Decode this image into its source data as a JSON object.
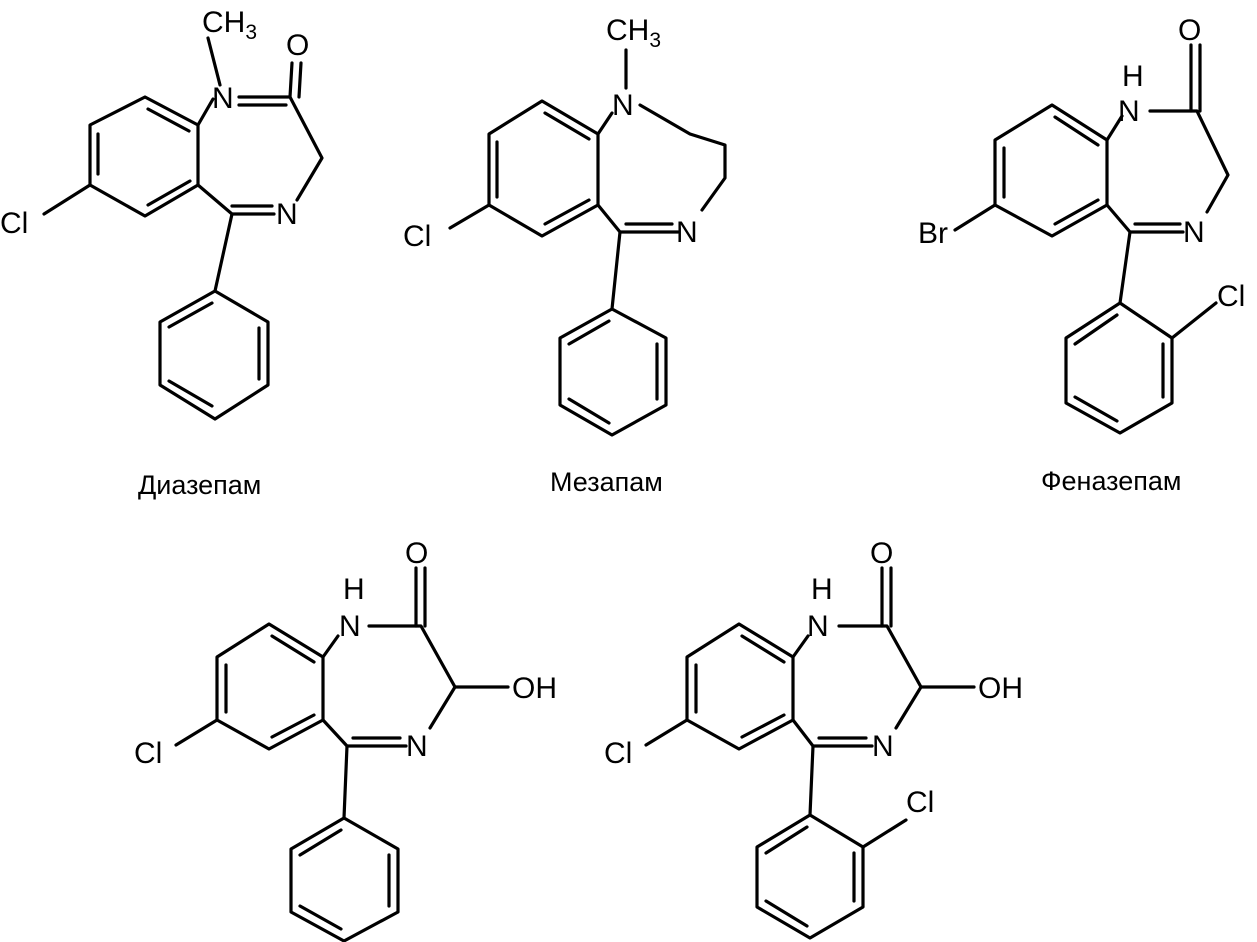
{
  "compounds": [
    {
      "name": "Диазепам",
      "labels": {
        "methyl": "CH",
        "methyl_sub": "3",
        "oxygen": "O",
        "n1": "N",
        "n4": "N",
        "halogen": "Cl"
      }
    },
    {
      "name": "Мезапам",
      "labels": {
        "methyl": "CH",
        "methyl_sub": "3",
        "n1": "N",
        "n4": "N",
        "halogen": "Cl"
      }
    },
    {
      "name": "Феназепам",
      "labels": {
        "oxygen": "O",
        "nh": "H",
        "n1": "N",
        "n4": "N",
        "halogen": "Br",
        "ortho": "Cl"
      }
    },
    {
      "name": "",
      "labels": {
        "oxygen": "O",
        "nh": "H",
        "n1": "N",
        "n4": "N",
        "hydroxyl": "OH",
        "halogen": "Cl"
      }
    },
    {
      "name": "",
      "labels": {
        "oxygen": "O",
        "nh": "H",
        "n1": "N",
        "n4": "N",
        "hydroxyl": "OH",
        "halogen": "Cl",
        "ortho": "Cl"
      }
    }
  ]
}
